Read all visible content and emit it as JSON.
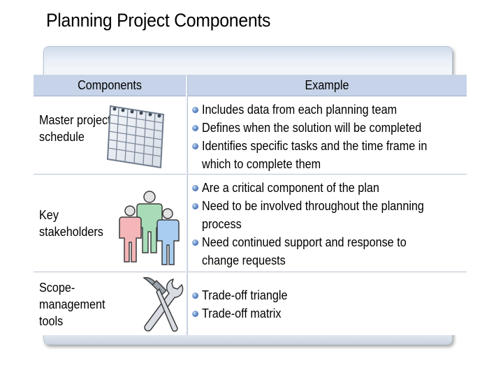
{
  "title": "Planning Project Components",
  "table": {
    "headers": {
      "components": "Components",
      "example": "Example"
    },
    "rows": [
      {
        "component": "Master project schedule",
        "icon": "calendar-grid-icon",
        "bullets": [
          "Includes data from each planning team",
          "Defines when the solution will be completed",
          "Identifies specific tasks and the time frame in which to complete them"
        ]
      },
      {
        "component": "Key stakeholders",
        "icon": "people-icon",
        "bullets": [
          "Are a critical component of the plan",
          "Need to be involved throughout the planning process",
          "Need continued support and response to change requests"
        ]
      },
      {
        "component": "Scope-management tools",
        "icon": "hammer-wrench-icon",
        "bullets": [
          "Trade-off triangle",
          "Trade-off matrix"
        ]
      }
    ]
  },
  "colors": {
    "header_bg": "#c6d3e8",
    "bullet": "#5b85c3",
    "person_pink": "#f4b6b8",
    "person_green": "#a8dcb8",
    "person_blue": "#a9cdf0"
  }
}
